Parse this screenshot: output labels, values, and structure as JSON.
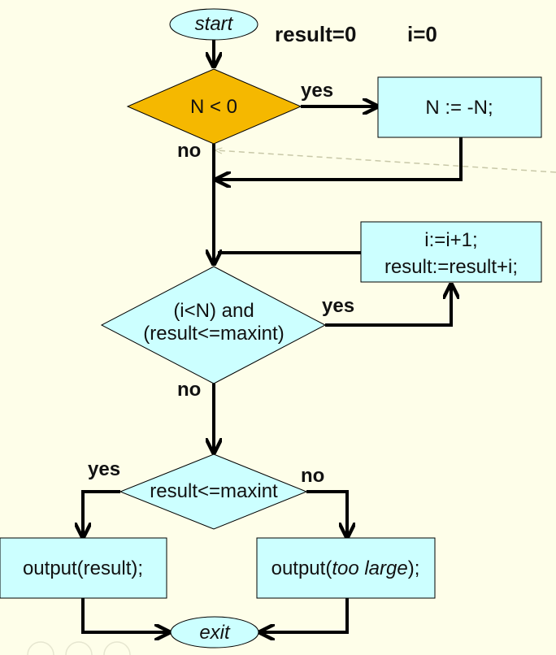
{
  "init": {
    "result": "result=0",
    "i": "i=0"
  },
  "nodes": {
    "start": "start",
    "neg_check": "N < 0",
    "negate": "N := -N;",
    "increment_1": "i:=i+1;",
    "increment_2": "result:=result+i;",
    "loop_cond_1": "(i<N) and",
    "loop_cond_2": "(result<=maxint)",
    "overflow_check": "result<=maxint",
    "output_ok": "output(result);",
    "output_err_prefix": "output(",
    "output_err_italic": "too large",
    "output_err_suffix": ");",
    "exit": "exit"
  },
  "edges": {
    "neg_yes": "yes",
    "neg_no": "no",
    "loop_yes": "yes",
    "loop_no": "no",
    "ovf_yes": "yes",
    "ovf_no": "no"
  },
  "colors": {
    "background": "#fefee9",
    "box_fill": "#ccffff",
    "decision_highlight": "#f5b800",
    "line": "#000000",
    "annotation_dashed": "#c8c8a8"
  }
}
